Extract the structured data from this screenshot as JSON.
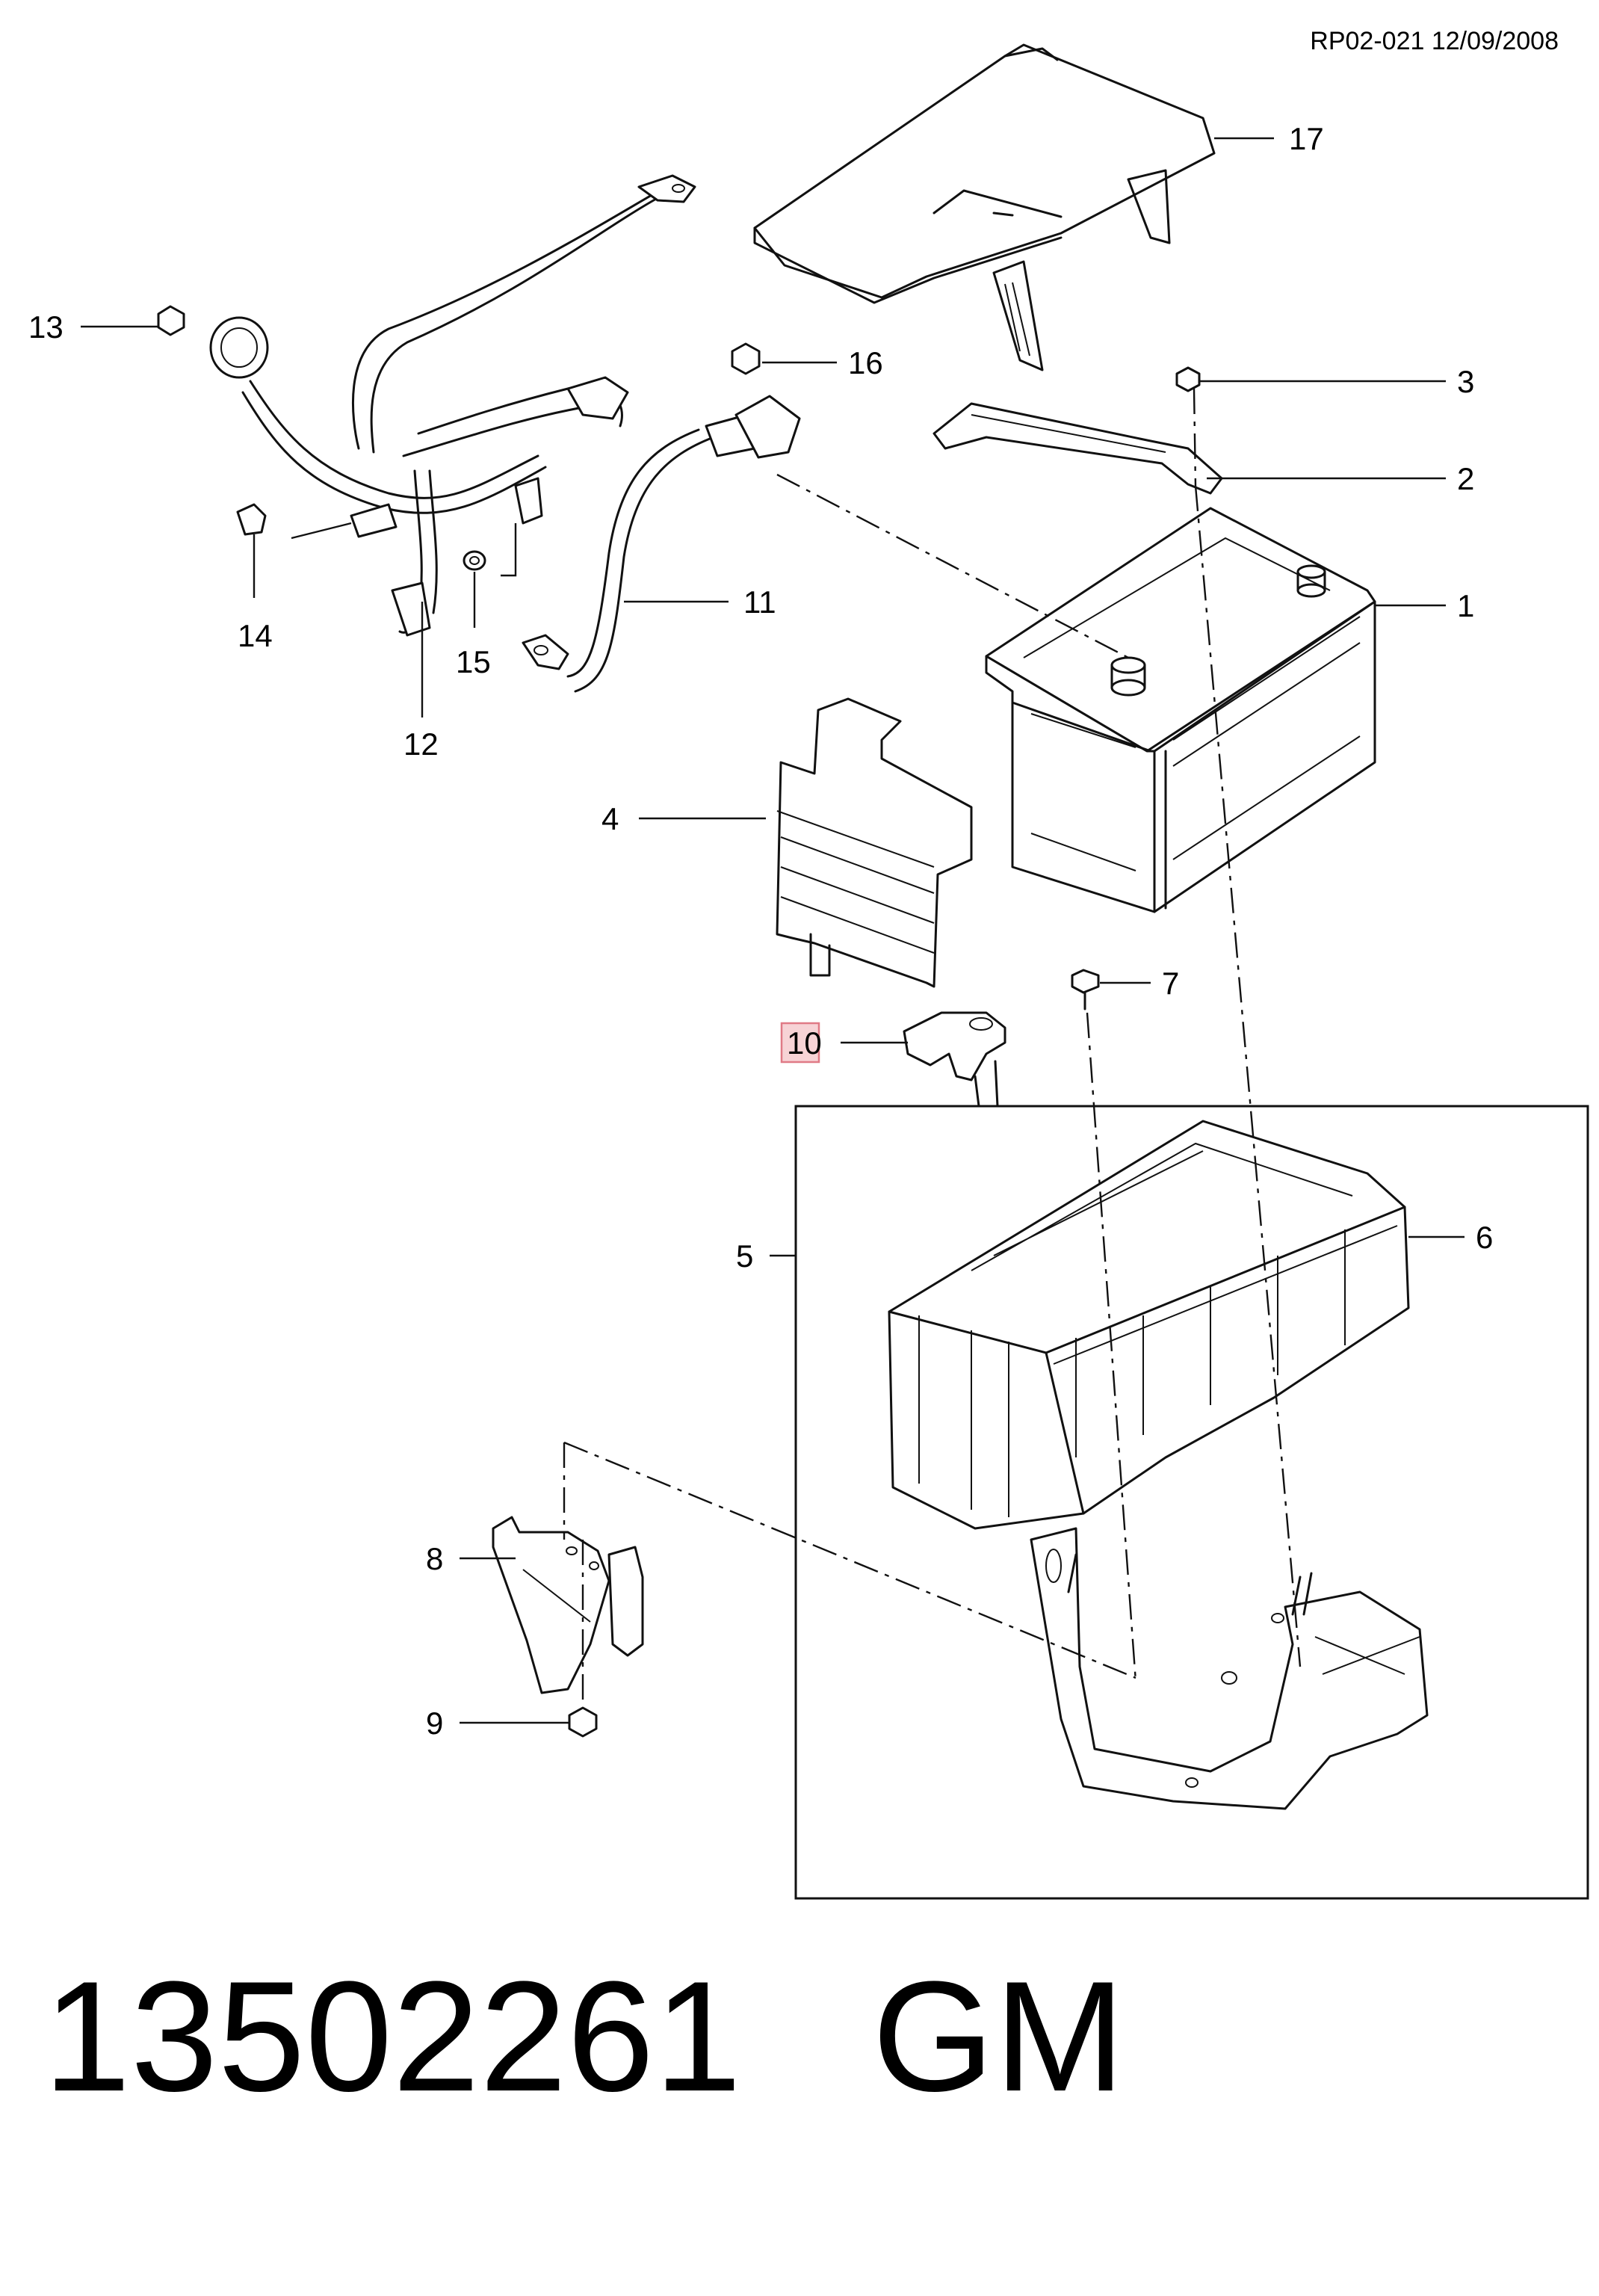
{
  "header": {
    "ref": "RP02-021 12/09/2008"
  },
  "callouts": {
    "c1": "1",
    "c2": "2",
    "c3": "3",
    "c4": "4",
    "c5": "5",
    "c6": "6",
    "c7": "7",
    "c8": "8",
    "c9": "9",
    "c10": "10",
    "c11": "11",
    "c12": "12",
    "c13": "13",
    "c14": "14",
    "c15": "15",
    "c16": "16",
    "c17": "17"
  },
  "highlighted_callout": "10",
  "footer": {
    "part_number": "13502261",
    "brand": "GM"
  }
}
